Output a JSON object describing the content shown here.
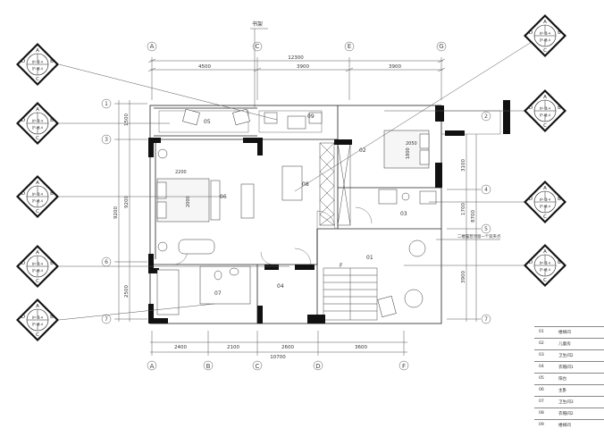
{
  "plan": {
    "annotations": {
      "bookshelf": "书架",
      "callout_note": "二楼露营顶窗一个双夹点",
      "stair_mark": "F"
    },
    "axes_top": [
      "A",
      "C",
      "C",
      "E",
      "G"
    ],
    "axes_bottom": [
      "A",
      "B",
      "C",
      "D",
      "F"
    ],
    "axes_left": [
      "1",
      "3",
      "6",
      "7"
    ],
    "axes_right": [
      "2",
      "4",
      "5",
      "7"
    ],
    "dims_top_total": "12300",
    "dims_top": [
      "4500",
      "3900",
      "3900"
    ],
    "dims_bottom": [
      "2400",
      "2100",
      "2600",
      "3600"
    ],
    "dims_bottom_total": "10700",
    "dims_left_outer": "9200",
    "dims_left": [
      "1500",
      "9200",
      "2500"
    ],
    "dims_right_outer": "8700",
    "dims_right": [
      "3100",
      "1700",
      "3900"
    ],
    "room_numbers": [
      "01",
      "02",
      "03",
      "04",
      "05",
      "06",
      "07",
      "08",
      "09"
    ],
    "furniture_dims": [
      "2200",
      "2000",
      "2050",
      "1800"
    ],
    "tag_labels": {
      "a": "A",
      "b": "B",
      "c": "C",
      "d": "D",
      "ref": "护-墙-4"
    }
  },
  "legend": [
    {
      "num": "01",
      "name": "楼梯间"
    },
    {
      "num": "02",
      "name": "儿童房"
    },
    {
      "num": "03",
      "name": "卫生间2"
    },
    {
      "num": "04",
      "name": "衣帽间1"
    },
    {
      "num": "05",
      "name": "阳台"
    },
    {
      "num": "06",
      "name": "主卧"
    },
    {
      "num": "07",
      "name": "卫生间3"
    },
    {
      "num": "08",
      "name": "衣帽间2"
    },
    {
      "num": "09",
      "name": "楼梯间"
    }
  ]
}
